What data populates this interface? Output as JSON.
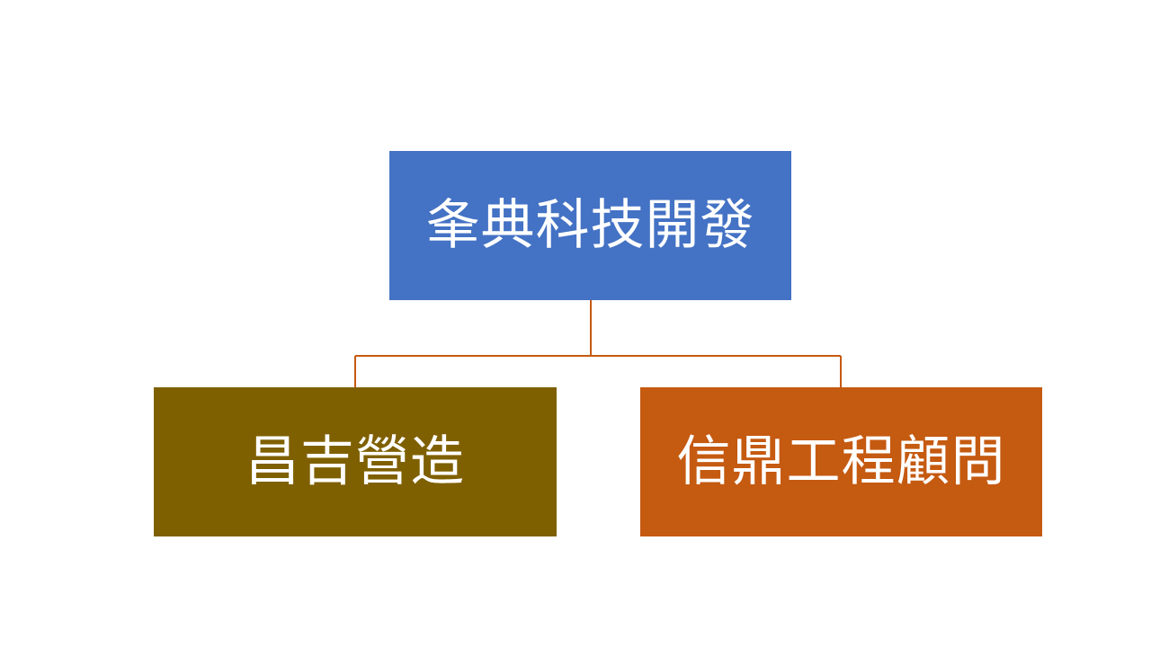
{
  "colors": {
    "root": "#4472C4",
    "left": "#7F6000",
    "right": "#C55A11",
    "connector": "#C55A11",
    "text": "#FFFFFF"
  },
  "nodes": {
    "root": {
      "label": "夆典科技開發"
    },
    "left": {
      "label": "昌吉營造"
    },
    "right": {
      "label": "信鼎工程顧問"
    }
  }
}
